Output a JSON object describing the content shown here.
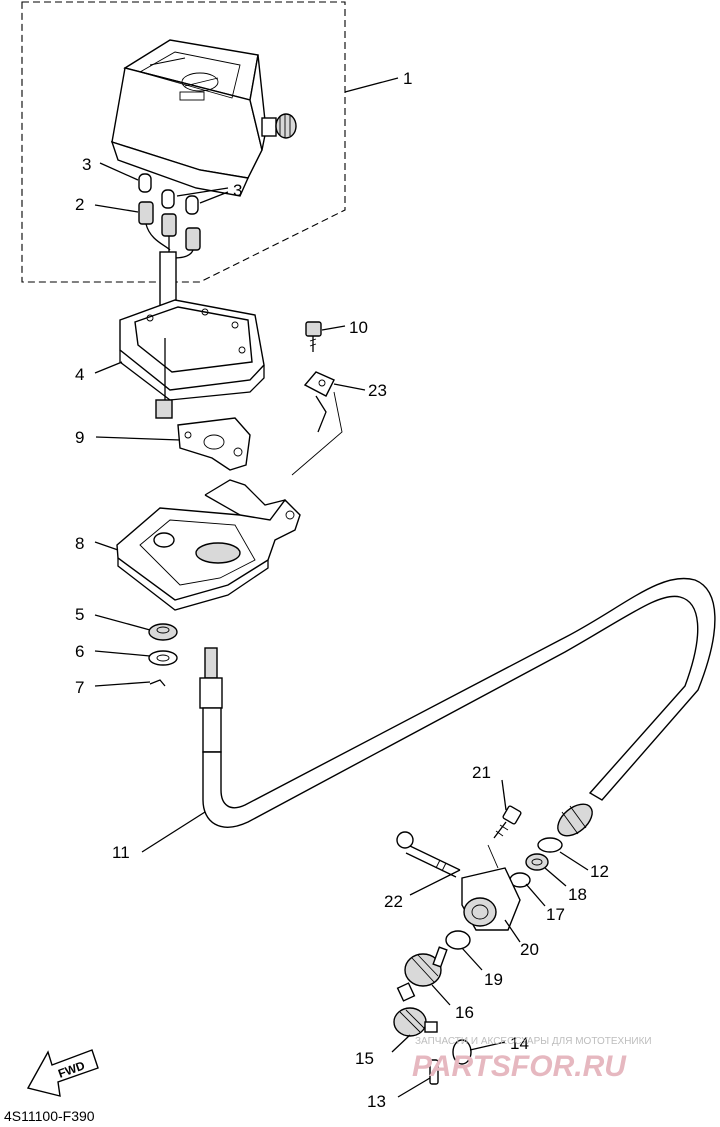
{
  "diagram": {
    "callouts": {
      "p1": "1",
      "p2": "2",
      "p3a": "3",
      "p3b": "3",
      "p4": "4",
      "p5": "5",
      "p6": "6",
      "p7": "7",
      "p8": "8",
      "p9": "9",
      "p10": "10",
      "p11": "11",
      "p12": "12",
      "p13": "13",
      "p14": "14",
      "p15": "15",
      "p16": "16",
      "p17": "17",
      "p18": "18",
      "p19": "19",
      "p20": "20",
      "p21": "21",
      "p22": "22",
      "p23": "23"
    },
    "fwd_label": "FWD",
    "diagram_code": "4S11100-F390"
  },
  "watermark": {
    "tagline": "ЗАПЧАСТИ И АКСЕССУАРЫ ДЛЯ МОТОТЕХНИКИ",
    "logo": "PARTSFOR.RU"
  }
}
